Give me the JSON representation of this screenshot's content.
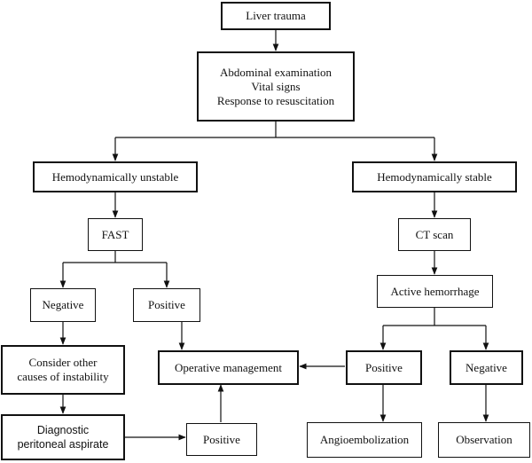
{
  "nodes": {
    "liver_trauma": "Liver trauma",
    "initial_assessment": {
      "line1": "Abdominal examination",
      "line2": "Vital signs",
      "line3": "Response to resuscitation"
    },
    "hemo_unstable": "Hemodynamically unstable",
    "hemo_stable": "Hemodynamically stable",
    "fast": "FAST",
    "ct_scan": "CT scan",
    "fast_negative": "Negative",
    "fast_positive": "Positive",
    "active_hemorrhage": "Active hemorrhage",
    "consider_other": {
      "line1": "Consider other",
      "line2": "causes of instability"
    },
    "operative_management": "Operative management",
    "hemorrhage_positive": "Positive",
    "hemorrhage_negative": "Negative",
    "dpa": {
      "line1": "Diagnostic",
      "line2": "peritoneal aspirate"
    },
    "dpa_positive": "Positive",
    "angioembolization": "Angioembolization",
    "observation": "Observation"
  }
}
